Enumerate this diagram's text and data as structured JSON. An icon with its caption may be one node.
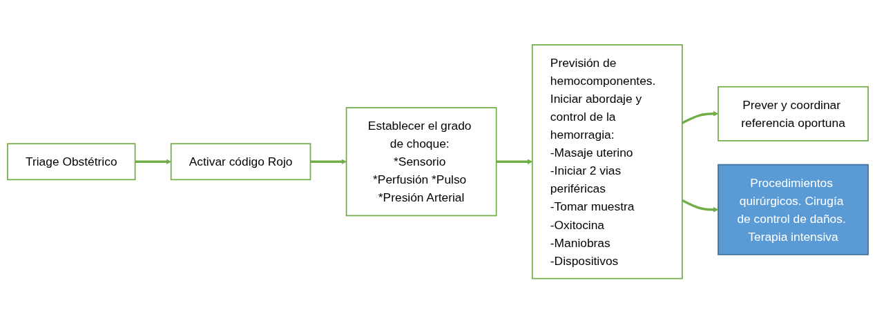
{
  "diagram": {
    "nodes": [
      {
        "text": [
          "Triage Obstétrico"
        ]
      },
      {
        "text": [
          "Activar código Rojo"
        ]
      },
      {
        "text": [
          "Establecer el grado de choque: *Sensorio *Perfusión *Pulso *Presión Arterial"
        ]
      },
      {
        "text": [
          "Previsión de hemocomponentes. Iniciar abordaje y control de la hemorragia:",
          "-Masaje uterino",
          "-Iniciar 2 vias periféricas",
          "-Tomar muestra",
          "-Oxitocina",
          "-Maniobras",
          "-Dispositivos"
        ]
      },
      {
        "text": [
          "Prever y coordinar referencia oportuna"
        ]
      },
      {
        "text": [
          "Procedimientos quirúrgicos. Cirugía de control de daños. Terapia intensiva"
        ]
      }
    ],
    "edges": [
      {
        "from": 0,
        "to": 1,
        "arrow": "to"
      },
      {
        "from": 1,
        "to": 2,
        "arrow": "to"
      },
      {
        "from": 2,
        "to": 3,
        "arrow": "to"
      },
      {
        "from": 3,
        "to": 4,
        "arrow": "to"
      },
      {
        "from": 3,
        "to": 5,
        "arrow": "to"
      }
    ]
  }
}
